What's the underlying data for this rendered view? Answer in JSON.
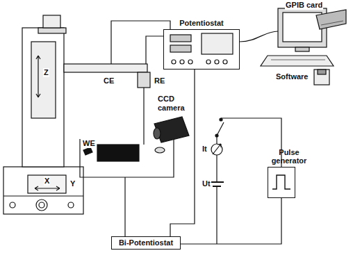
{
  "diagram": {
    "nodes": [
      {
        "text": [
          "Potentiostat"
        ]
      },
      {
        "text": [
          "Pulse generator"
        ]
      },
      {
        "text": [
          "Bi-Potentiostat"
        ]
      }
    ],
    "edges": [
      {
        "from": 0,
        "to": 2,
        "arrow": "none"
      }
    ],
    "labels": [
      "GPIB card",
      "Software",
      "CE",
      "RE",
      "CCD camera",
      "Z",
      "X",
      "Y",
      "WE",
      "It",
      "Ut"
    ]
  }
}
